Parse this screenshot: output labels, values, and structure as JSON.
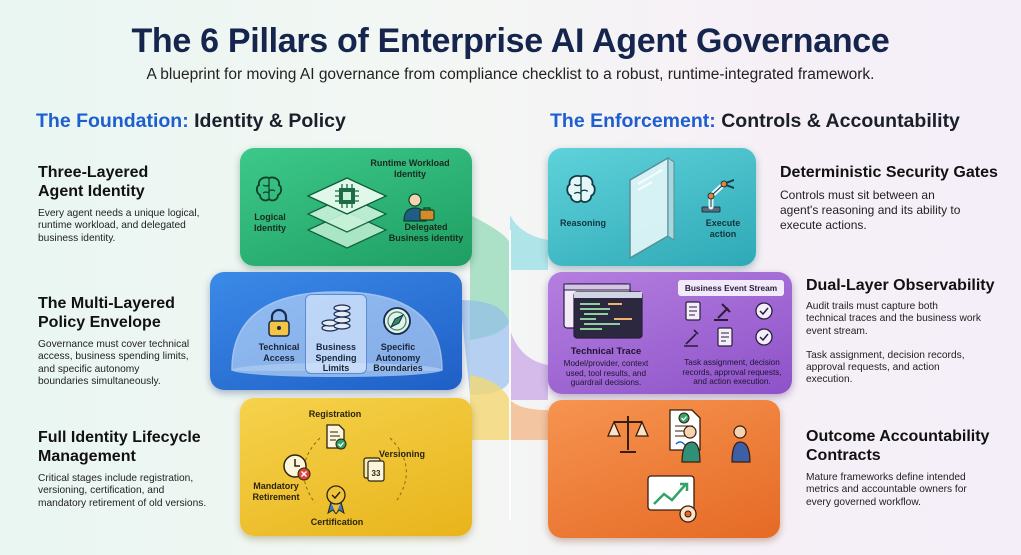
{
  "header": {
    "title": "The 6 Pillars of Enterprise AI Agent Governance",
    "subtitle": "A blueprint for moving AI governance from compliance checklist to a robust, runtime-integrated framework."
  },
  "left": {
    "heading_accent": "The Foundation:",
    "heading_rest": "Identity & Policy",
    "pillars": [
      {
        "title_l1": "Three-Layered",
        "title_l2": "Agent Identity",
        "desc": [
          "Every agent needs a unique logical,",
          "runtime workload, and delegated",
          "business identity."
        ],
        "labels": {
          "logical": [
            "Logical",
            "Identity"
          ],
          "runtime": [
            "Runtime Workload",
            "Identity"
          ],
          "delegated": [
            "Delegated",
            "Business identity"
          ]
        },
        "color": "#27b477"
      },
      {
        "title_l1": "The Multi-Layered",
        "title_l2": "Policy Envelope",
        "desc": [
          "Governance must cover technical",
          "access, business spending limits,",
          "and specific autonomy",
          "boundaries simultaneously."
        ],
        "labels": {
          "technical": [
            "Technical",
            "Access"
          ],
          "spending": [
            "Business",
            "Spending",
            "Limits"
          ],
          "autonomy": [
            "Specific",
            "Autonomy",
            "Boundaries"
          ]
        },
        "color": "#2f7be0"
      },
      {
        "title_l1": "Full Identity Lifecycle",
        "title_l2": "Management",
        "desc": [
          "Critical stages include registration,",
          "versioning, certification, and",
          "mandatory retirement of old versions."
        ],
        "labels": {
          "registration": "Registration",
          "versioning": "Versioning",
          "retirement": [
            "Mandatory",
            "Retirement"
          ],
          "certification": "Certification",
          "doc_number": "33"
        },
        "color": "#f1c52c"
      }
    ]
  },
  "right": {
    "heading_accent": "The Enforcement:",
    "heading_rest": "Controls & Accountability",
    "pillars": [
      {
        "title": "Deterministic Security Gates",
        "desc": [
          "Controls must sit between an",
          "agent's reasoning and its ability to",
          "execute actions."
        ],
        "labels": {
          "reasoning": "Reasoning",
          "execute": [
            "Execute",
            "action"
          ]
        },
        "color": "#44c3cf"
      },
      {
        "title": "Dual-Layer Observability",
        "desc": [
          "Audit trails must capture both",
          "technical traces and the business work",
          "event stream."
        ],
        "desc2": [
          "Task assignment, decision records,",
          "approval requests, and action",
          "execution."
        ],
        "labels": {
          "tech_trace": "Technical Trace",
          "tech_desc": [
            "Model/provider, context",
            "used, tool results, and",
            "guardrail decisions."
          ],
          "stream": "Business Event Stream",
          "stream_desc": [
            "Task assignment, decision",
            "records, approval requests,",
            "and action execution."
          ]
        },
        "color": "#a268d6"
      },
      {
        "title": "Outcome Accountability",
        "title_l2": "Contracts",
        "desc": [
          "Mature frameworks define intended",
          "metrics and accountable owners for",
          "every governed workflow."
        ],
        "color": "#f07f3c"
      }
    ]
  }
}
